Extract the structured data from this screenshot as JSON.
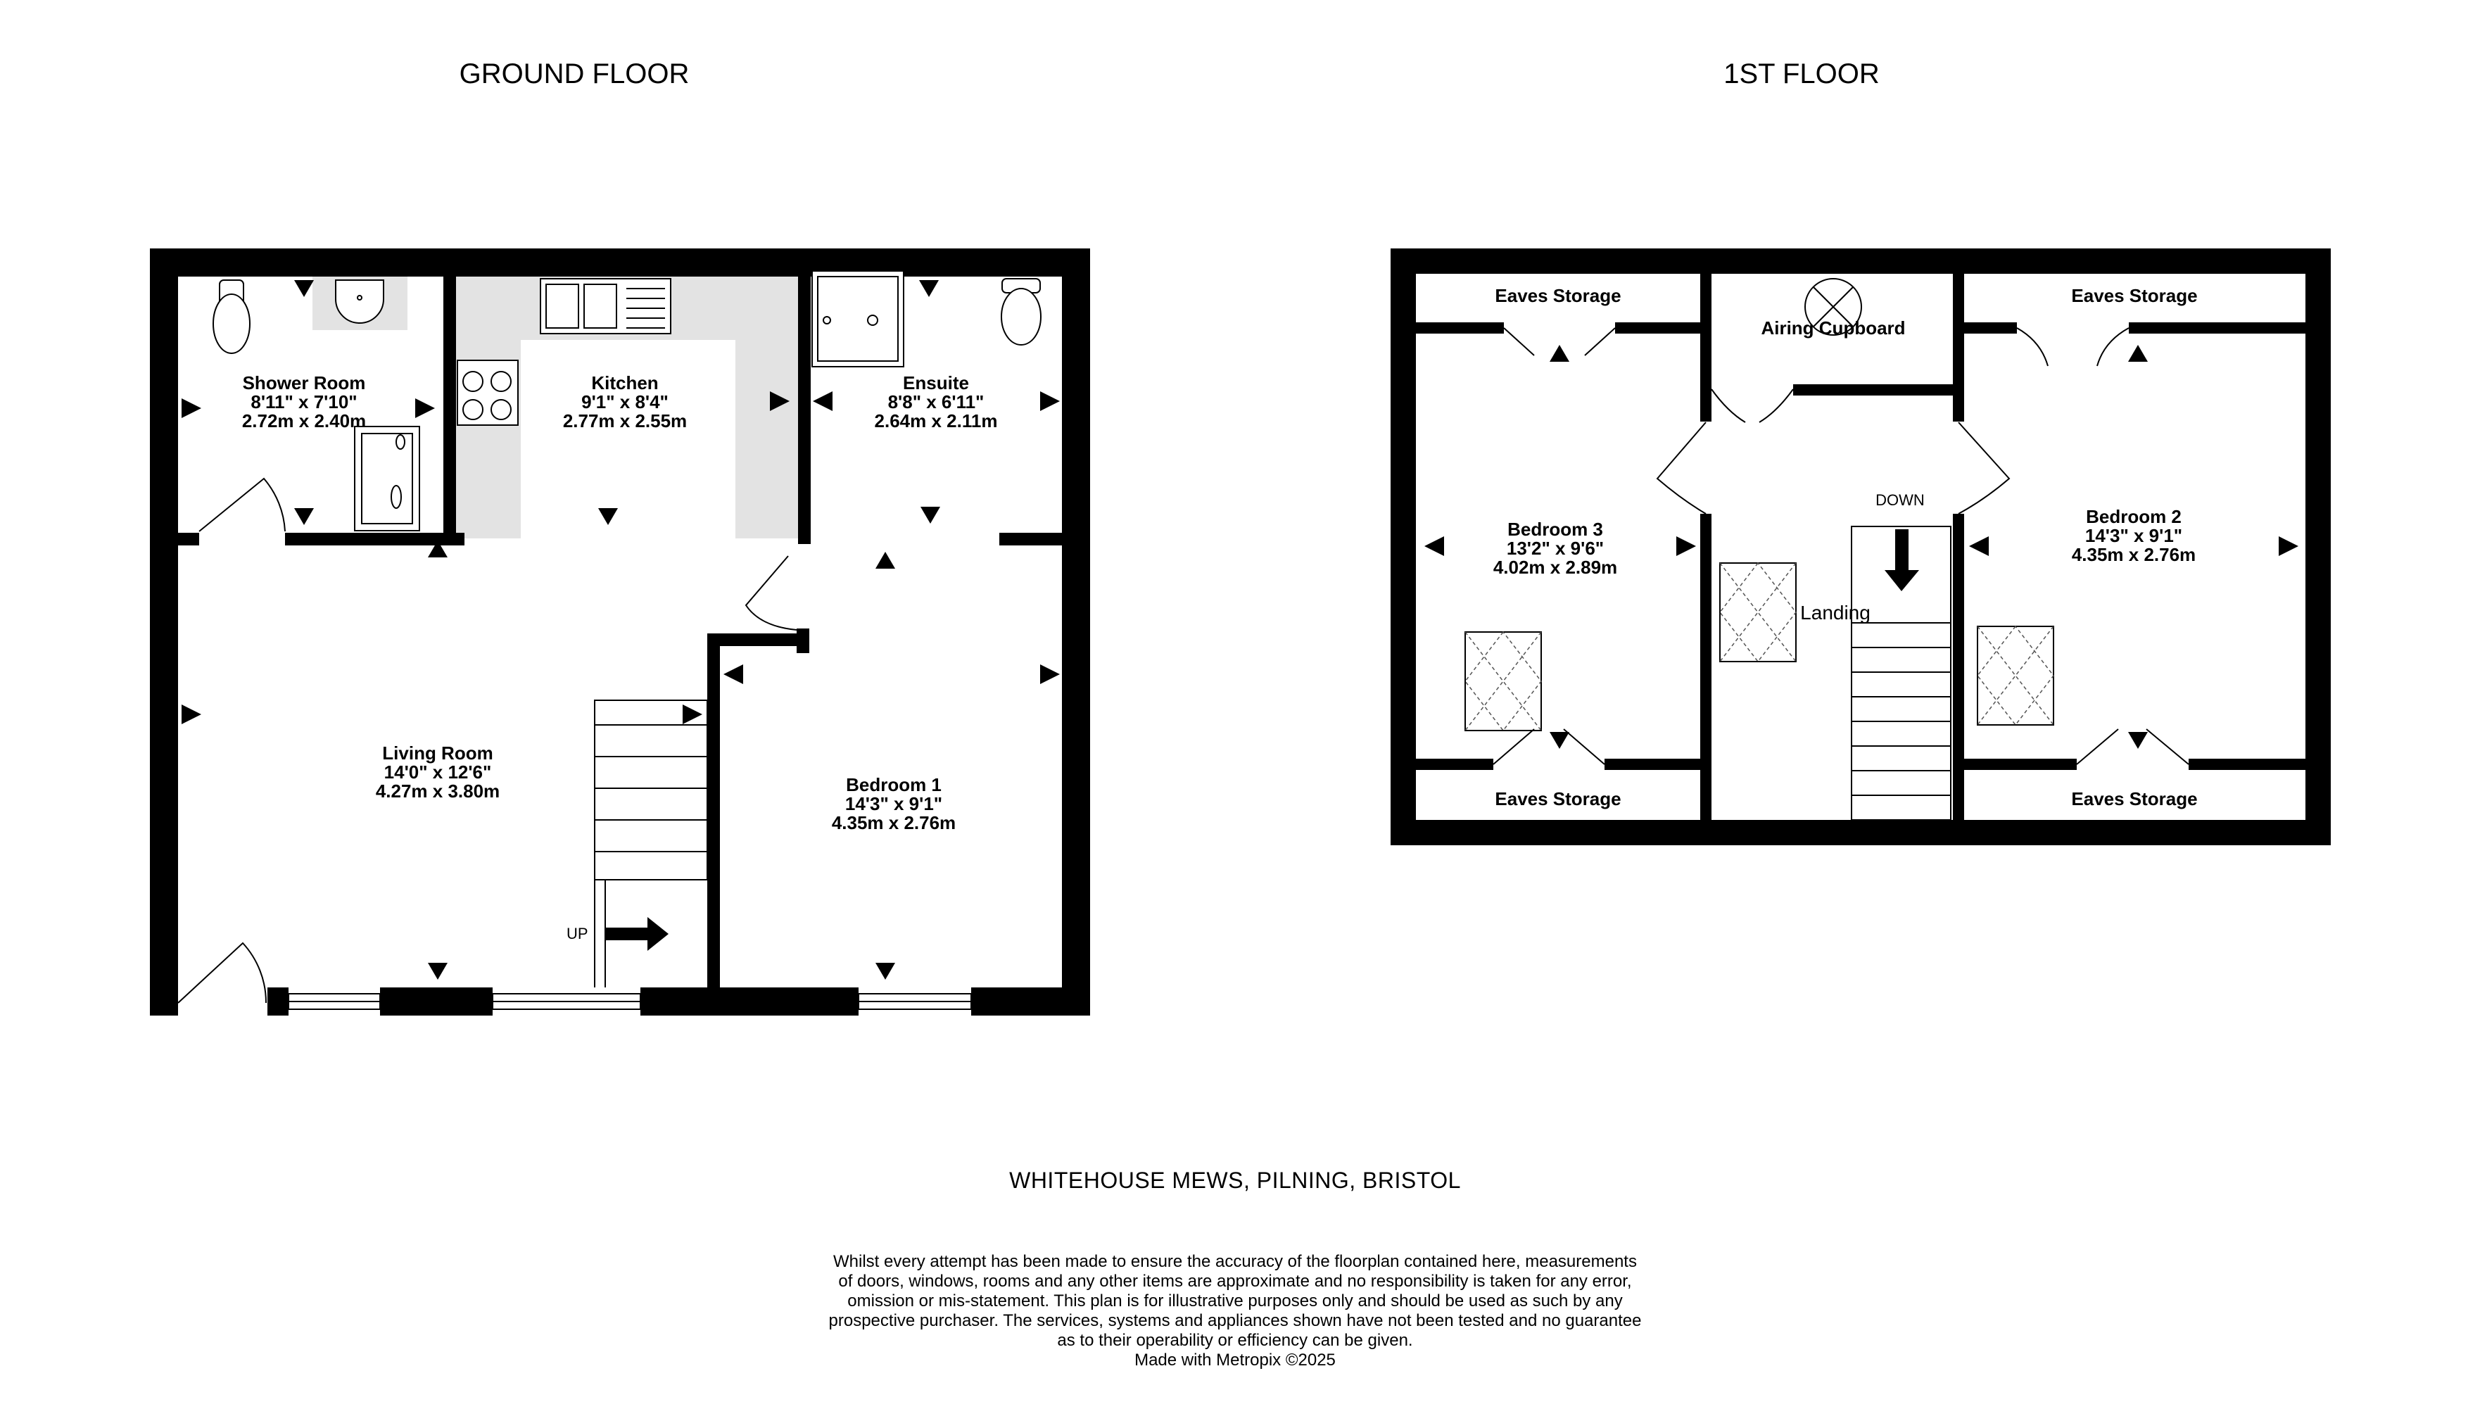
{
  "floors": {
    "ground": {
      "title": "GROUND FLOOR",
      "rooms": {
        "shower_room": {
          "name": "Shower Room",
          "imperial": "8'11\"  x 7'10\"",
          "metric": "2.72m  x 2.40m"
        },
        "kitchen": {
          "name": "Kitchen",
          "imperial": "9'1\"  x 8'4\"",
          "metric": "2.77m  x 2.55m"
        },
        "ensuite": {
          "name": "Ensuite",
          "imperial": "8'8\"  x 6'11\"",
          "metric": "2.64m  x 2.11m"
        },
        "living_room": {
          "name": "Living Room",
          "imperial": "14'0\"  x 12'6\"",
          "metric": "4.27m  x 3.80m"
        },
        "bedroom_1": {
          "name": "Bedroom 1",
          "imperial": "14'3\"  x 9'1\"",
          "metric": "4.35m  x 2.76m"
        }
      },
      "stairs_label": "UP"
    },
    "first": {
      "title": "1ST FLOOR",
      "rooms": {
        "eaves_top_left": {
          "name": "Eaves Storage"
        },
        "eaves_top_right": {
          "name": "Eaves Storage"
        },
        "eaves_bottom_left": {
          "name": "Eaves Storage"
        },
        "eaves_bottom_right": {
          "name": "Eaves Storage"
        },
        "airing_cupboard": {
          "name": "Airing Cupboard"
        },
        "bedroom_3": {
          "name": "Bedroom 3",
          "imperial": "13'2\"  x 9'6\"",
          "metric": "4.02m  x 2.89m"
        },
        "bedroom_2": {
          "name": "Bedroom 2",
          "imperial": "14'3\"  x 9'1\"",
          "metric": "4.35m  x 2.76m"
        },
        "landing": {
          "name": "Landing"
        }
      },
      "stairs_label": "DOWN"
    }
  },
  "address": "WHITEHOUSE MEWS, PILNING, BRISTOL",
  "disclaimer": [
    "Whilst every attempt has been made to ensure the accuracy of the floorplan contained here, measurements",
    "of doors, windows, rooms and any other items are approximate and no responsibility is taken for any error,",
    "omission or mis-statement. This plan is for illustrative purposes only and should be used as such by any",
    "prospective purchaser. The services, systems and appliances shown have not been tested and no guarantee",
    "as to their operability or efficiency can be given.",
    "Made with Metropix ©2025"
  ],
  "icons": [
    "radiator-arrow-icon",
    "toilet-icon",
    "basin-icon",
    "shower-tray-icon",
    "sink-icon",
    "hob-icon",
    "skylight-icon",
    "hot-water-cylinder-icon",
    "stairs-arrow-icon"
  ]
}
